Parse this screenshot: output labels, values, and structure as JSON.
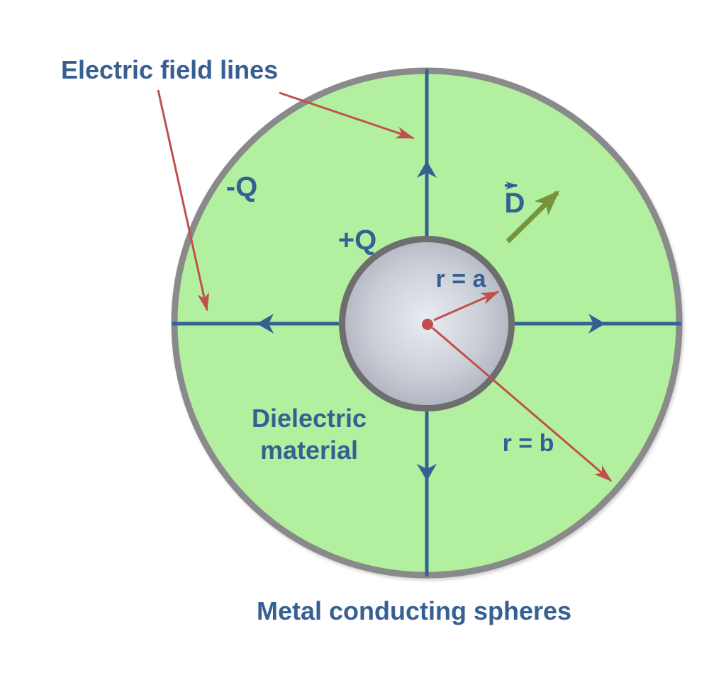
{
  "figure": {
    "type": "physics-diagram",
    "subject": "Spherical capacitor: two concentric metal conducting spheres separated by a dielectric, with radial electric field lines from inner sphere (+Q) to outer sphere (-Q)"
  },
  "labels": {
    "electric_field_lines": "Electric field lines",
    "outer_sphere_charge": "-Q",
    "inner_sphere_charge": "+Q",
    "displacement_vector": "D",
    "inner_radius": "r = a",
    "outer_radius": "r = b",
    "dielectric_material": "Dielectric material",
    "metal_conducting_spheres": "Metal conducting spheres"
  },
  "arrows": {
    "field_line_arrows": "four blue arrowheads on radial field lines pointing outward (up, down, left, right)",
    "callout_arrows": "two red arrows from 'Electric field lines' label pointing to the left and top field lines",
    "radius_a_arrow": "red arrow from center dot to inner sphere surface",
    "radius_b_arrow": "red arrow from center dot to outer sphere surface",
    "displacement_arrow": "thick olive-green arrow pointing up-right next to vector D label",
    "d_vector_hat": "small blue right-pointing arrow above the D"
  },
  "colors": {
    "background": "#FFFFFF",
    "label_blue": "#376092",
    "field_line_blue": "#376092",
    "annotation_red": "#C0504D",
    "d_arrow_olive": "#77933C",
    "dielectric_green": "#B2F0A0",
    "outer_ring_gray": "#8A8A8A",
    "inner_ring_gray": "#6E6E6E",
    "sphere_center": "#E9ECF1",
    "sphere_mid": "#C9CDD6",
    "sphere_edge": "#A0A6B2"
  }
}
